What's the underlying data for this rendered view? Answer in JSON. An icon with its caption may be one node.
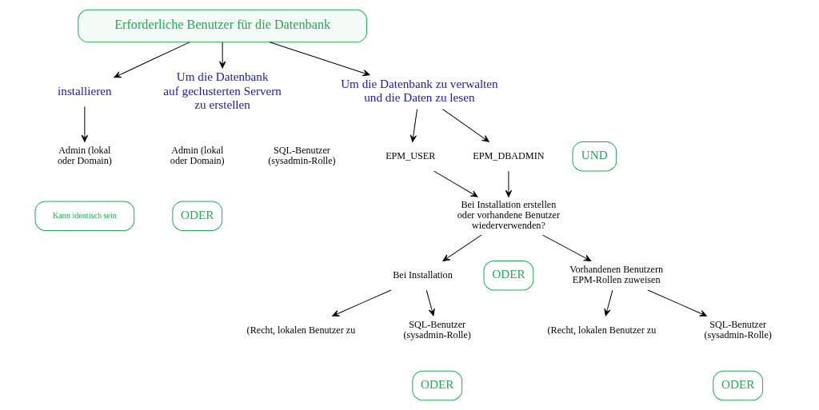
{
  "diagram": {
    "nodes": [
      {
        "text": [
          "Erforderliche Benutzer für die Datenbank"
        ]
      },
      {
        "text": [
          "installieren"
        ]
      },
      {
        "text": [
          "Um die Datenbank auf geclusterten Servern zu erstellen"
        ]
      },
      {
        "text": [
          "Um die Datenbank zu verwalten und die Daten zu lesen"
        ]
      },
      {
        "text": [
          "Admin (lokal oder Domain)"
        ]
      },
      {
        "text": [
          "Kann identisch sein"
        ]
      },
      {
        "text": [
          "Admin (lokal oder Domain)"
        ]
      },
      {
        "text": [
          "SQL-Benutzer (sysadmin-Rolle)"
        ]
      },
      {
        "text": [
          "ODER"
        ]
      },
      {
        "text": [
          "EPM_USER"
        ]
      },
      {
        "text": [
          "UND"
        ]
      },
      {
        "text": [
          "EPM_DBADMIN"
        ]
      },
      {
        "text": [
          "Bei Installation erstellen oder vorhandene Benutzer wiederverwenden?"
        ]
      },
      {
        "text": [
          "Bei Installation"
        ]
      },
      {
        "text": [
          "ODER"
        ]
      },
      {
        "text": [
          "Vorhandenen Benutzern EPM-Rollen zuweisen"
        ]
      },
      {
        "text": [
          "(Recht, lokalen Benutzer zu"
        ]
      },
      {
        "text": [
          "SQL-Benutzer (sysadmin-Rolle)"
        ]
      },
      {
        "text": [
          "ODER"
        ]
      },
      {
        "text": [
          "(Recht, lokalen Benutzer zu"
        ]
      },
      {
        "text": [
          "SQL-Benutzer (sysadmin-Rolle)"
        ]
      },
      {
        "text": [
          "ODER"
        ]
      }
    ],
    "edges": [
      {
        "from": 0,
        "to": 1,
        "arrow": "to"
      },
      {
        "from": 0,
        "to": 2,
        "arrow": "to"
      },
      {
        "from": 0,
        "to": 3,
        "arrow": "to"
      },
      {
        "from": 1,
        "to": 4,
        "arrow": "to"
      },
      {
        "from": 3,
        "to": 9,
        "arrow": "to"
      },
      {
        "from": 3,
        "to": 11,
        "arrow": "to"
      },
      {
        "from": 9,
        "to": 12,
        "arrow": "to"
      },
      {
        "from": 11,
        "to": 12,
        "arrow": "to"
      },
      {
        "from": 12,
        "to": 13,
        "arrow": "to"
      },
      {
        "from": 12,
        "to": 15,
        "arrow": "to"
      },
      {
        "from": 13,
        "to": 16,
        "arrow": "to"
      },
      {
        "from": 13,
        "to": 17,
        "arrow": "to"
      },
      {
        "from": 15,
        "to": 19,
        "arrow": "to"
      },
      {
        "from": 15,
        "to": 20,
        "arrow": "to"
      }
    ]
  }
}
